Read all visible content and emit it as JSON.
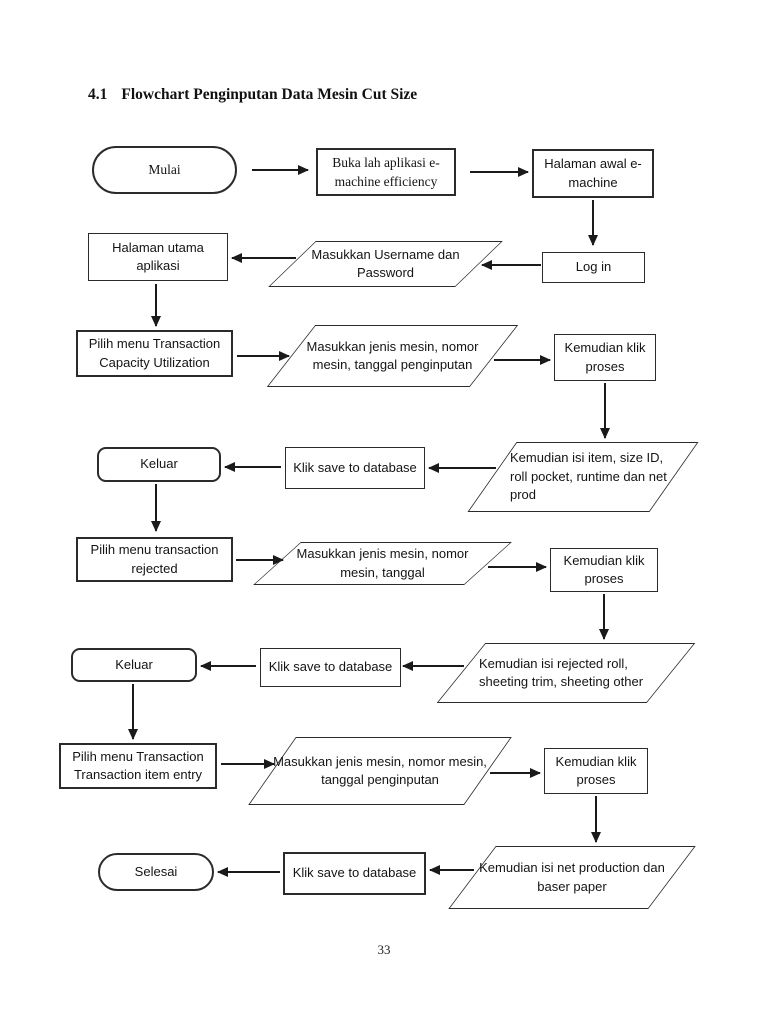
{
  "page": {
    "heading_number": "4.1",
    "heading_text": "Flowchart Penginputan Data Mesin Cut Size",
    "page_number": "33"
  },
  "colors": {
    "ink": "#1f1f1f",
    "shape_border": "#2b2b2b",
    "background": "#ffffff"
  },
  "flowchart": {
    "nodes": {
      "mulai": {
        "label": "Mulai",
        "shape": "terminator"
      },
      "buka_aplikasi": {
        "label": "Buka lah aplikasi e-machine efficiency",
        "shape": "process"
      },
      "halaman_awal": {
        "label": "Halaman awal e-machine",
        "shape": "process"
      },
      "login": {
        "label": "Log in",
        "shape": "process"
      },
      "masukkan_username": {
        "label": "Masukkan Username dan Password",
        "shape": "input"
      },
      "halaman_utama": {
        "label": "Halaman utama aplikasi",
        "shape": "process"
      },
      "pilih_capacity": {
        "label": "Pilih menu Transaction Capacity Utilization",
        "shape": "process"
      },
      "masukkan_jenis_1": {
        "label": "Masukkan jenis mesin, nomor mesin, tanggal penginputan",
        "shape": "input"
      },
      "klik_proses_1": {
        "label": "Kemudian klik proses",
        "shape": "process"
      },
      "isi_item": {
        "label": "Kemudian isi item, size ID, roll pocket, runtime dan net prod",
        "shape": "input"
      },
      "save_1": {
        "label": "Klik save to database",
        "shape": "process"
      },
      "keluar_1": {
        "label": "Keluar",
        "shape": "terminator"
      },
      "pilih_rejected": {
        "label": "Pilih menu transaction rejected",
        "shape": "process"
      },
      "masukkan_jenis_2": {
        "label": "Masukkan jenis mesin, nomor mesin, tanggal",
        "shape": "input"
      },
      "klik_proses_2": {
        "label": "Kemudian klik proses",
        "shape": "process"
      },
      "isi_rejected": {
        "label": "Kemudian isi rejected roll, sheeting trim, sheeting other",
        "shape": "input"
      },
      "save_2": {
        "label": "Klik save to database",
        "shape": "process"
      },
      "keluar_2": {
        "label": "Keluar",
        "shape": "terminator"
      },
      "pilih_item_entry": {
        "label": "Pilih menu Transaction Transaction item entry",
        "shape": "process"
      },
      "masukkan_jenis_3": {
        "label": "Masukkan jenis mesin, nomor mesin, tanggal penginputan",
        "shape": "input"
      },
      "klik_proses_3": {
        "label": "Kemudian klik proses",
        "shape": "process"
      },
      "isi_net": {
        "label": "Kemudian isi net production dan baser paper",
        "shape": "input"
      },
      "save_3": {
        "label": "Klik save to database",
        "shape": "process"
      },
      "selesai": {
        "label": "Selesai",
        "shape": "terminator"
      }
    }
  }
}
